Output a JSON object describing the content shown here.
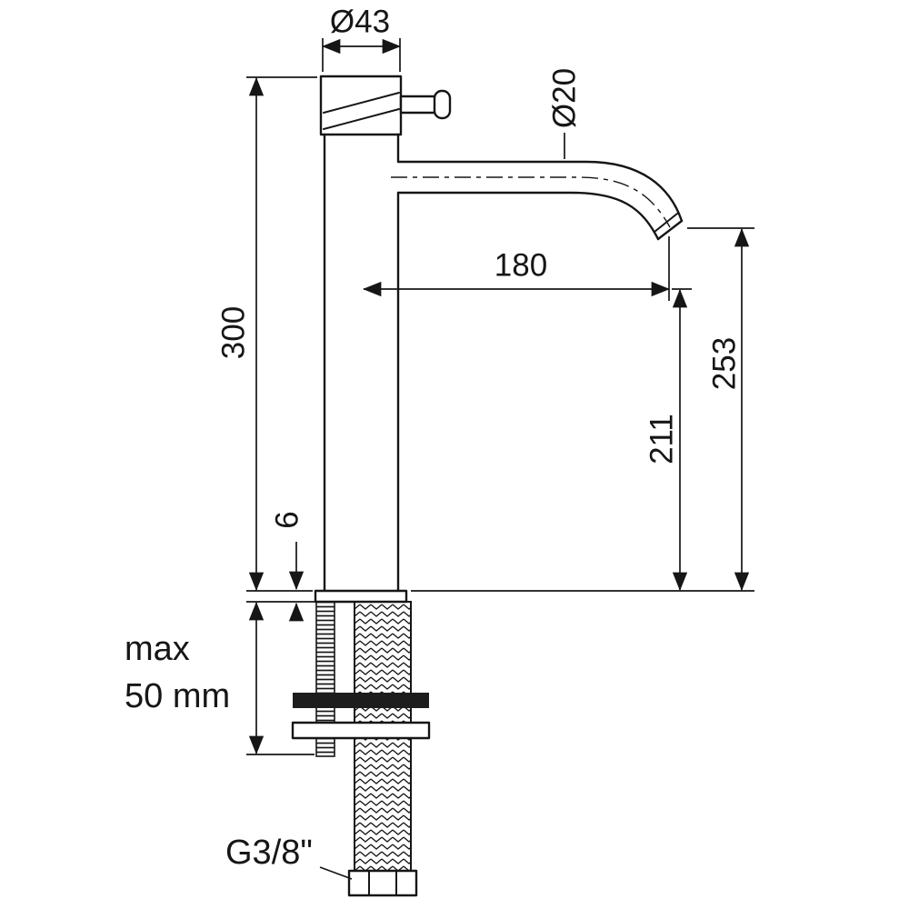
{
  "drawing": {
    "type": "faucet-technical-drawing",
    "labels": {
      "top_diameter": "Ø43",
      "spout_diameter": "Ø20",
      "spout_reach": "180",
      "body_height": "300",
      "base_plate_thickness": "6",
      "spout_tip_height": "253",
      "spout_outlet_height": "211",
      "mount_max_line1": "max",
      "mount_max_line2": "50 mm",
      "thread_size": "G3/8\""
    },
    "colors": {
      "line": "#161616",
      "background": "#ffffff",
      "washer_fill": "#1d1d1d"
    }
  }
}
